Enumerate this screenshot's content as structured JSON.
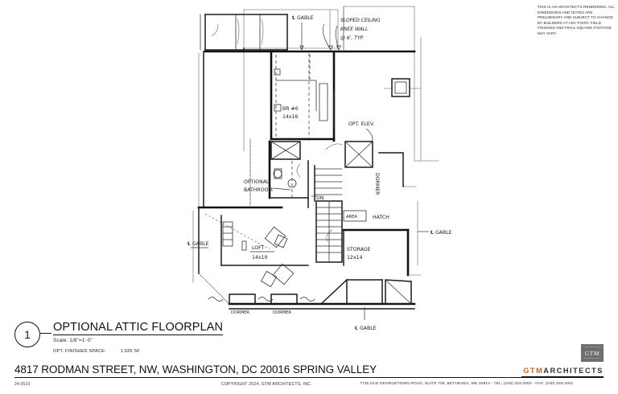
{
  "sheet": {
    "disclaimer": "THIS IS AN ARCHITECT'S RENDERING. ALL DIMENSIONS AND NOTES ARE PRELIMINARY AND SUBJECT TO CHANGE BY BUILDERS AT ANY POINT. FIELD FINISHED AND FINAL SQUARE FOOTAGE MAY VARY.",
    "address": "4817 RODMAN STREET, NW, WASHINGTON, DC 20016   SPRING VALLEY",
    "project_number": "24.0510",
    "copyright": "COPYRIGHT 2024, GTM ARCHITECTS, INC.",
    "office_address": "7735 OLD GEORGETOWN ROAD, SUITE 700, BETHESDA, MD 20814 - TEL: (240) 333-2000 - FAX: (240) 333-2001"
  },
  "titleblock": {
    "detail_number": "1",
    "title": "OPTIONAL ATTIC FLOORPLAN",
    "scale": "Scale: 1/8\"=1'-0\"",
    "finished_space_label": "OPT. FINISHED SPACE:",
    "finished_space_value": "1,025 SF"
  },
  "logo": {
    "mark_text": "GTM",
    "word_gtm": "GTM",
    "word_architects": "ARCHITECTS",
    "brand_color": "#c8622a"
  },
  "plan": {
    "drawing_type": "architectural-floorplan",
    "rooms": [
      {
        "name": "BR #6",
        "dimensions": "14x16"
      },
      {
        "name": "LOFT",
        "dimensions": "14x19"
      },
      {
        "name": "STORAGE",
        "dimensions": "12x14"
      }
    ],
    "annotations": [
      {
        "text": "SLOPED CEILING",
        "kind": "note"
      },
      {
        "text": "KNEE WALL",
        "kind": "note"
      },
      {
        "text": "@ 6', TYP.",
        "kind": "note"
      },
      {
        "text": "OPT. ELEV.",
        "kind": "note"
      },
      {
        "text": "OPTIONAL",
        "kind": "note"
      },
      {
        "text": "BATHROOM",
        "kind": "note"
      },
      {
        "text": "DORMER",
        "kind": "note"
      },
      {
        "text": "HATCH",
        "kind": "note"
      },
      {
        "text": "DN",
        "kind": "stair-direction"
      },
      {
        "text": "AREA",
        "kind": "legend-swatch"
      }
    ],
    "gable_callouts": [
      {
        "text": "℄ GABLE",
        "position": "top-center"
      },
      {
        "text": "℄ GABLE",
        "position": "right"
      },
      {
        "text": "℄ GABLE",
        "position": "left"
      },
      {
        "text": "℄ GABLE",
        "position": "bottom"
      }
    ],
    "dormer_labels": [
      "DORMER",
      "DORMER",
      "DORMER"
    ]
  }
}
